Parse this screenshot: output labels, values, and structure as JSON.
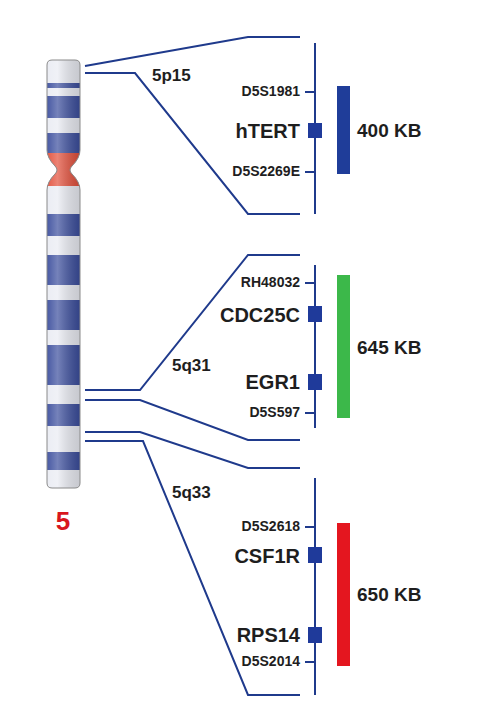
{
  "diagram": {
    "labels": [
      "5p15",
      "D5S1981",
      "hTERT",
      "D5S2269E",
      "400 KB",
      "5q31",
      "RH48032",
      "CDC25C",
      "EGR1",
      "D5S597",
      "645 KB",
      "5q33",
      "D5S2618",
      "CSF1R",
      "RPS14",
      "D5S2014",
      "650 KB",
      "5"
    ]
  }
}
